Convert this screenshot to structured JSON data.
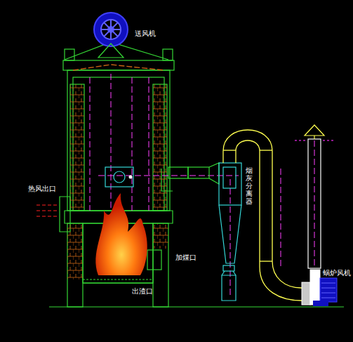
{
  "diagram": {
    "labels": [
      "送风机",
      "热风出口",
      "烟灰分离器",
      "加煤口",
      "出渣口",
      "蜗炉风机"
    ]
  }
}
